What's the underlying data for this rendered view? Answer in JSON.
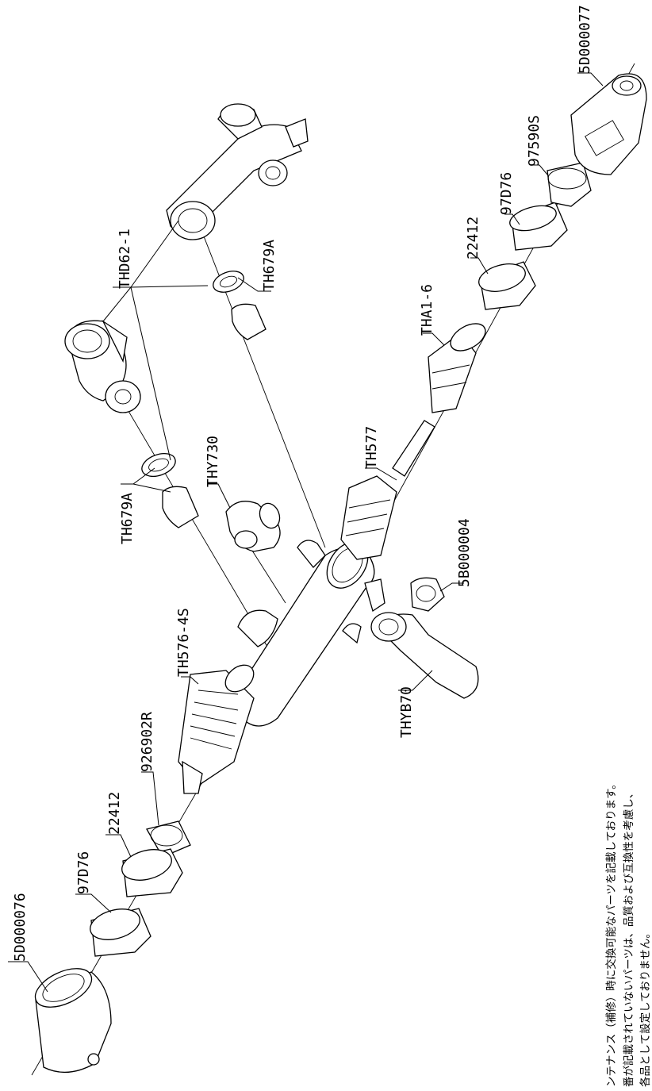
{
  "parts": {
    "left_cap_upper": "5D000076",
    "ring_left": "97D76",
    "nut_left": "22412",
    "clip": "926902R",
    "cartridge_left": "TH576-4S",
    "union_center": "TH679A",
    "elbow": "THY730",
    "bracket": "THD62-1",
    "union_right": "TH679A",
    "rod": "TH577",
    "cartridge_right": "THA1-6",
    "nut_right": "22412",
    "ring_right": "97D76",
    "sleeve_nut": "97590S",
    "right_cap": "5D000077",
    "valve": "5B000004",
    "handle": "THYB70"
  },
  "notes": {
    "line1": "ンテナンス（補修）時に交換可能なパーツを記載しております。",
    "line2": "番が記載されていないパーツは、品質および互換性を考慮し、",
    "line3": "各品として設定しておりません。"
  }
}
